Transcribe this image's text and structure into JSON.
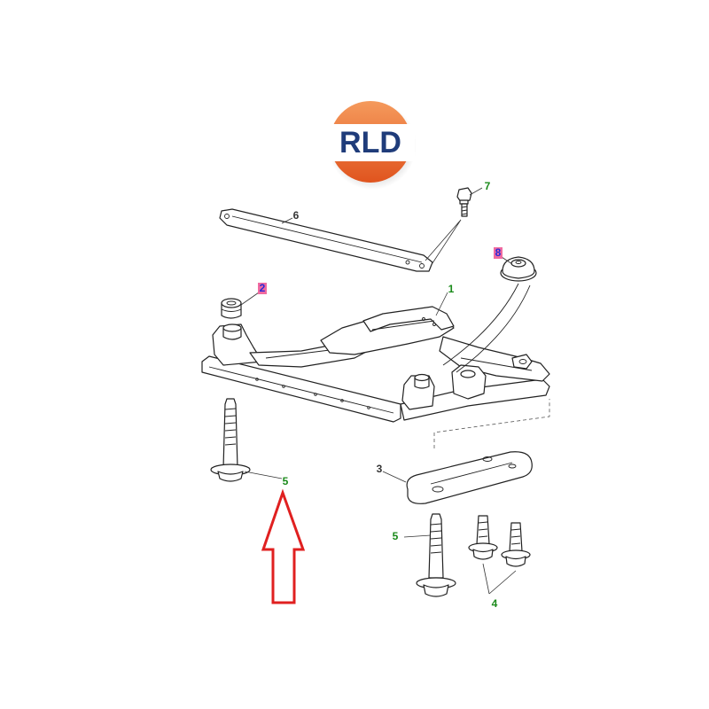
{
  "logo": {
    "text": "RLD",
    "colors": {
      "ring": "#ea6b2e",
      "ring_light": "#f59a5c",
      "inner": "#ffffff",
      "text": "#1f3c7a"
    }
  },
  "callouts": [
    {
      "id": "c1",
      "label": "1",
      "color": "#1a8a1a",
      "highlight": false
    },
    {
      "id": "c2",
      "label": "2",
      "color": "#2b2bd6",
      "highlight": true
    },
    {
      "id": "c3",
      "label": "3",
      "color": "#333333",
      "highlight": false
    },
    {
      "id": "c4",
      "label": "4",
      "color": "#1a8a1a",
      "highlight": false
    },
    {
      "id": "c5a",
      "label": "5",
      "color": "#1a8a1a",
      "highlight": false
    },
    {
      "id": "c5b",
      "label": "5",
      "color": "#1a8a1a",
      "highlight": false
    },
    {
      "id": "c6",
      "label": "6",
      "color": "#333333",
      "highlight": false
    },
    {
      "id": "c7",
      "label": "7",
      "color": "#1a8a1a",
      "highlight": false
    },
    {
      "id": "c8",
      "label": "8",
      "color": "#2b2bd6",
      "highlight": true
    }
  ],
  "highlight_color": "#f06aa0",
  "arrow_color": "#e02020",
  "line_color": "#222222"
}
